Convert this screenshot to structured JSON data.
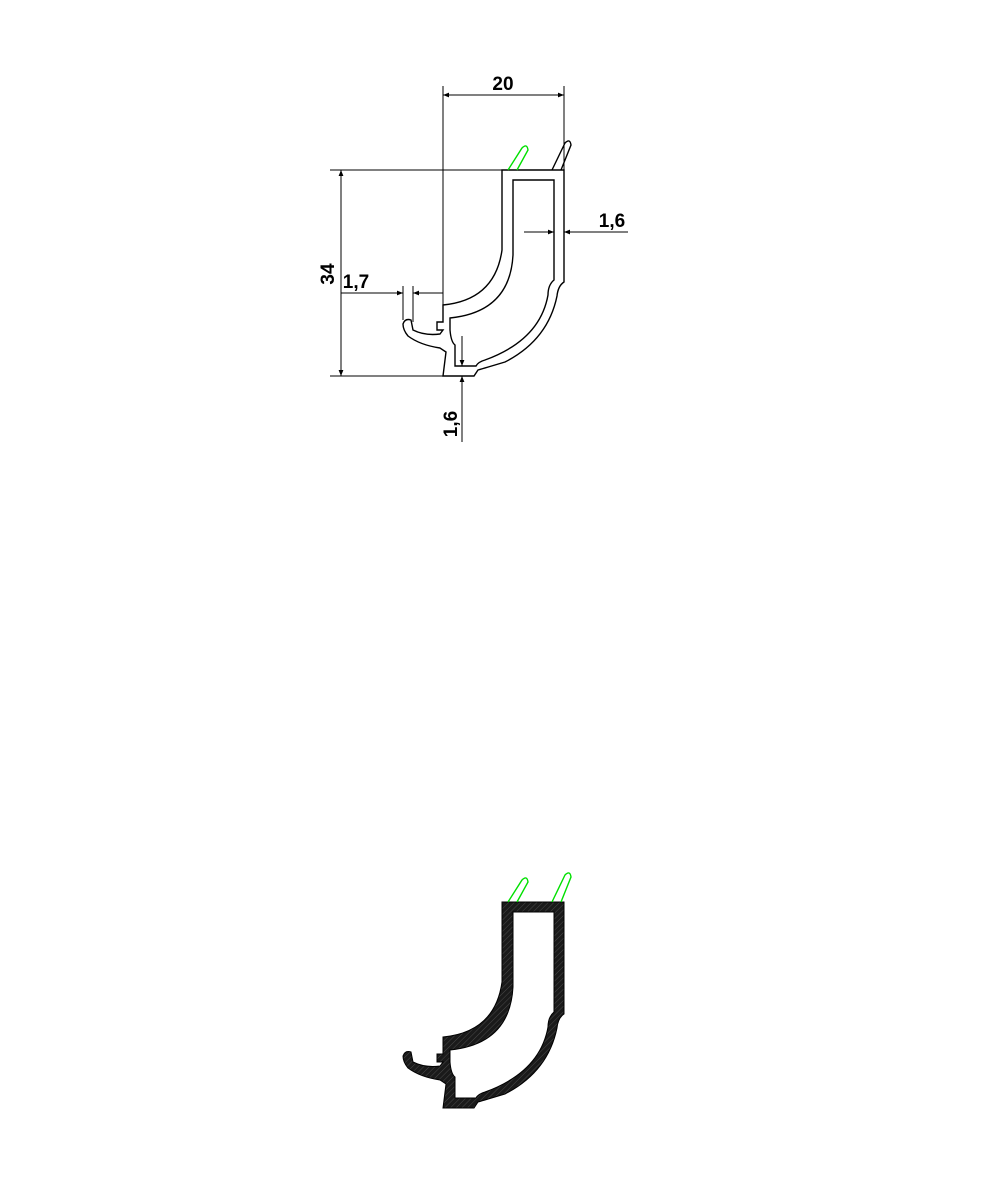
{
  "drawing": {
    "dimensions": {
      "width": "20",
      "height": "34",
      "lip_gap": "1,7",
      "wall_right": "1,6",
      "wall_bottom": "1,6"
    },
    "colors": {
      "line": "#000000",
      "seal": "#00e000",
      "fill": "#1a1a1a"
    }
  }
}
